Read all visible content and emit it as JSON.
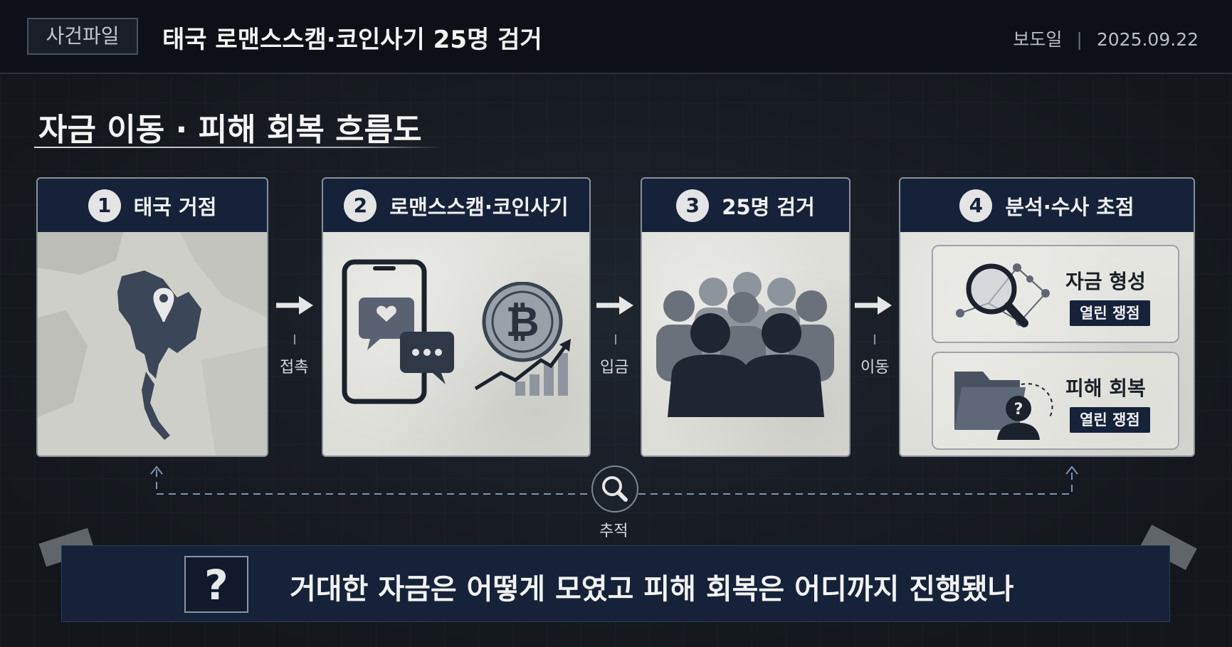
{
  "header": {
    "case_tag": "사건파일",
    "title": "태국 로맨스스캠·코인사기 25명 검거",
    "date_label": "보도일",
    "date_sep": "|",
    "date": "2025.09.22"
  },
  "section_title": "자금 이동 · 피해 회복 흐름도",
  "steps": [
    {
      "num": "1",
      "label": "태국 거점"
    },
    {
      "num": "2",
      "label": "로맨스스캠·코인사기"
    },
    {
      "num": "3",
      "label": "25명 검거"
    },
    {
      "num": "4",
      "label": "분석·수사 초점"
    }
  ],
  "flows": [
    "접촉",
    "입금",
    "이동"
  ],
  "focus": [
    {
      "title": "자금 형성",
      "badge": "열린 쟁점"
    },
    {
      "title": "피해 회복",
      "badge": "열린 쟁점"
    }
  ],
  "trace_label": "추적",
  "banner": {
    "qmark": "?",
    "text": "거대한 자금은 어떻게 모였고 피해 회복은 어디까지 진행됐나"
  },
  "colors": {
    "navy": "#15223a",
    "paper": "#deded9",
    "background": "#15191f"
  }
}
